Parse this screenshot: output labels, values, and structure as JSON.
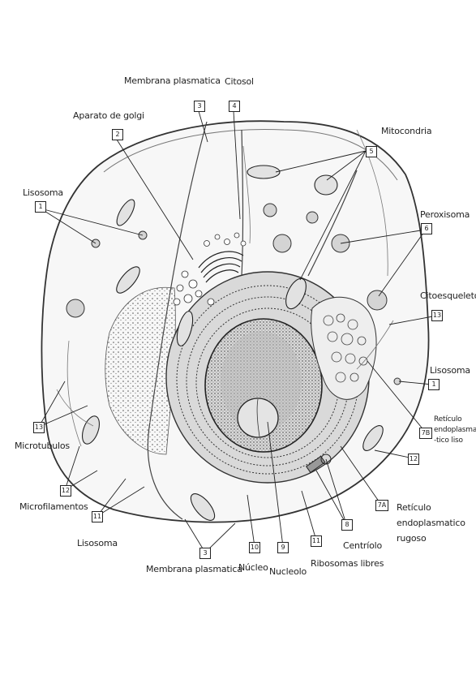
{
  "labels": {
    "membrana_top": "Membrana plasmatica",
    "citosol": "Citosol",
    "golgi": "Aparato de golgi",
    "mitocondria": "Mitocondria",
    "lisosoma_left": "Lisosoma",
    "peroxisoma": "Peroxisoma",
    "citoesqueleto": "Citoesqueleto",
    "lisosoma_right": "Lisosoma",
    "reticulo_liso_1": "Retículo",
    "reticulo_liso_2": "endoplasma",
    "reticulo_liso_3": "-tico liso",
    "microtubulos": "Microtubulos",
    "microfilamentos": "Microfilamentos",
    "lisosoma_bottom": "Lisosoma",
    "membrana_bottom": "Membrana plasmatica",
    "nucleo": "Núcleo",
    "nucleolo": "Nucleolo",
    "ribosomas": "Ribosomas libres",
    "centriolo": "Centríolo",
    "reticulo_rugoso_1": "Retículo",
    "reticulo_rugoso_2": "endoplasmatico",
    "reticulo_rugoso_3": "rugoso"
  },
  "boxes": {
    "b3_top": "3",
    "b4": "4",
    "b2": "2",
    "b5": "5",
    "b1_left": "1",
    "b6": "6",
    "b13_right": "13",
    "b1_right": "1",
    "b7b": "7B",
    "b12_right": "12",
    "b7a": "7A",
    "b8": "8",
    "b13_left": "13",
    "b12_left": "12",
    "b11_left": "11",
    "b3_bottom": "3",
    "b10": "10",
    "b9": "9",
    "b11_right": "11"
  }
}
